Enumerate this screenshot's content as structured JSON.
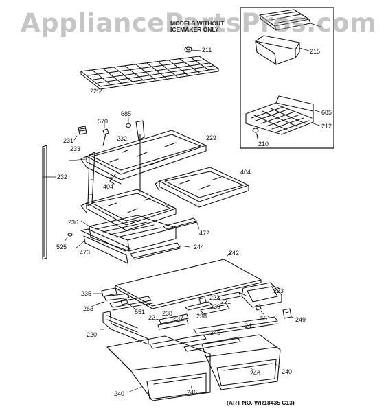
{
  "watermark": "AppliancePartsPros.com",
  "inset_note": [
    "MODELS WITHOUT",
    "ICEMAKER ONLY"
  ],
  "art_number": "(ART NO. WR18435 C13)",
  "callouts": [
    {
      "id": "c-211",
      "text": "211"
    },
    {
      "id": "c-215",
      "text": "215"
    },
    {
      "id": "c-685a",
      "text": "685"
    },
    {
      "id": "c-212",
      "text": "212"
    },
    {
      "id": "c-210",
      "text": "210"
    },
    {
      "id": "c-225",
      "text": "225"
    },
    {
      "id": "c-685b",
      "text": "685"
    },
    {
      "id": "c-570",
      "text": "570"
    },
    {
      "id": "c-231",
      "text": "231"
    },
    {
      "id": "c-232a",
      "text": "232"
    },
    {
      "id": "c-229",
      "text": "229"
    },
    {
      "id": "c-233",
      "text": "233"
    },
    {
      "id": "c-232b",
      "text": "232"
    },
    {
      "id": "c-404a",
      "text": "404"
    },
    {
      "id": "c-404b",
      "text": "404"
    },
    {
      "id": "c-236",
      "text": "236"
    },
    {
      "id": "c-472",
      "text": "472"
    },
    {
      "id": "c-525",
      "text": "525"
    },
    {
      "id": "c-473",
      "text": "473"
    },
    {
      "id": "c-244",
      "text": "244"
    },
    {
      "id": "c-242",
      "text": "242"
    },
    {
      "id": "c-235",
      "text": "235"
    },
    {
      "id": "c-223",
      "text": "223"
    },
    {
      "id": "c-222",
      "text": "222"
    },
    {
      "id": "c-221a",
      "text": "221"
    },
    {
      "id": "c-239",
      "text": "239"
    },
    {
      "id": "c-263",
      "text": "263"
    },
    {
      "id": "c-551a",
      "text": "551"
    },
    {
      "id": "c-238a",
      "text": "238"
    },
    {
      "id": "c-551b",
      "text": "551"
    },
    {
      "id": "c-249",
      "text": "249"
    },
    {
      "id": "c-238b",
      "text": "238"
    },
    {
      "id": "c-237",
      "text": "237"
    },
    {
      "id": "c-221b",
      "text": "221"
    },
    {
      "id": "c-241",
      "text": "241"
    },
    {
      "id": "c-220",
      "text": "220"
    },
    {
      "id": "c-245",
      "text": "245"
    },
    {
      "id": "c-246a",
      "text": "246"
    },
    {
      "id": "c-240a",
      "text": "240"
    },
    {
      "id": "c-246b",
      "text": "246"
    },
    {
      "id": "c-240b",
      "text": "240"
    }
  ]
}
